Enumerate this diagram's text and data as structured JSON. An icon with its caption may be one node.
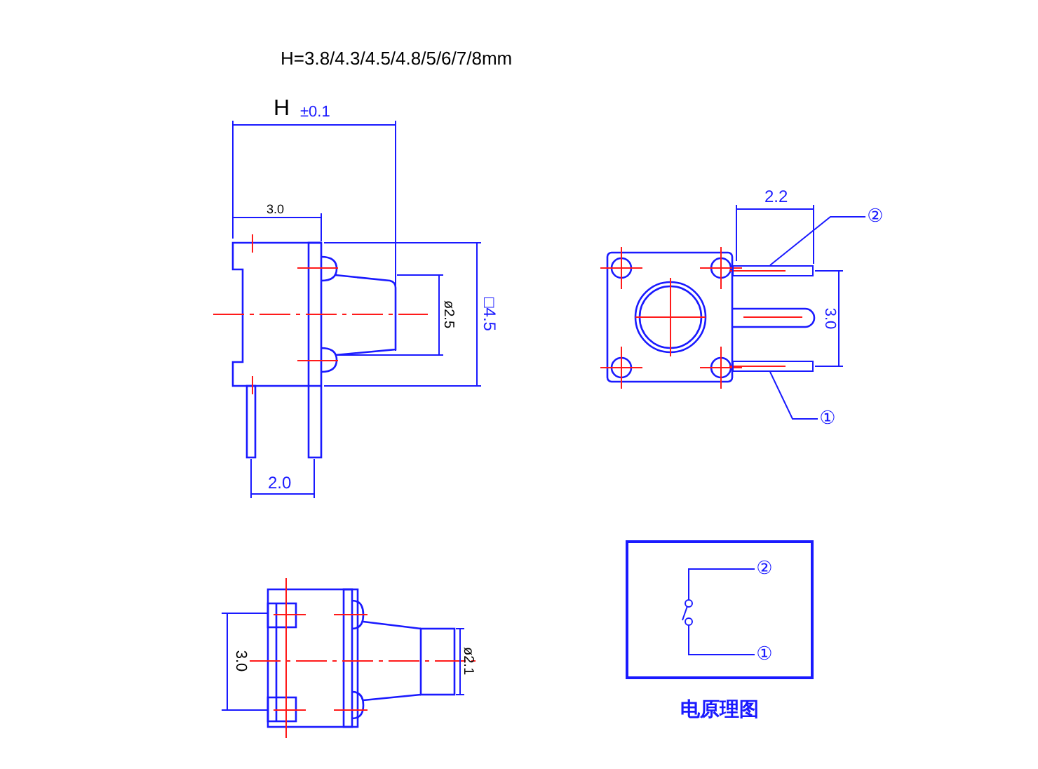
{
  "diagram": {
    "nodes": [
      {
        "text": [
          "②"
        ]
      },
      {
        "text": [],
        "shape": "bar"
      },
      {
        "text": [],
        "shape": "bar"
      },
      {
        "text": [
          "①"
        ]
      },
      {
        "text": [
          "电原理图"
        ]
      },
      {
        "text": [],
        "shape": "picture",
        "in": 4
      },
      {
        "text": [
          "②"
        ],
        "in": 4
      },
      {
        "text": [
          "①"
        ],
        "in": 4
      }
    ],
    "edges": [
      {
        "from": 0,
        "to": 1,
        "arrow": "none"
      },
      {
        "from": 3,
        "to": 2,
        "arrow": "none"
      },
      {
        "from": 5,
        "to": 6,
        "arrow": "none"
      },
      {
        "from": 5,
        "to": 7,
        "arrow": "none"
      }
    ],
    "labels": [
      "H=3.8/4.3/4.5/4.8/5/6/7/8mm",
      "H",
      "±0.1",
      "3.0",
      "ø2.5",
      "□4.5",
      "2.0",
      "2.2",
      "3.0",
      "3.0",
      "ø2.1"
    ]
  }
}
